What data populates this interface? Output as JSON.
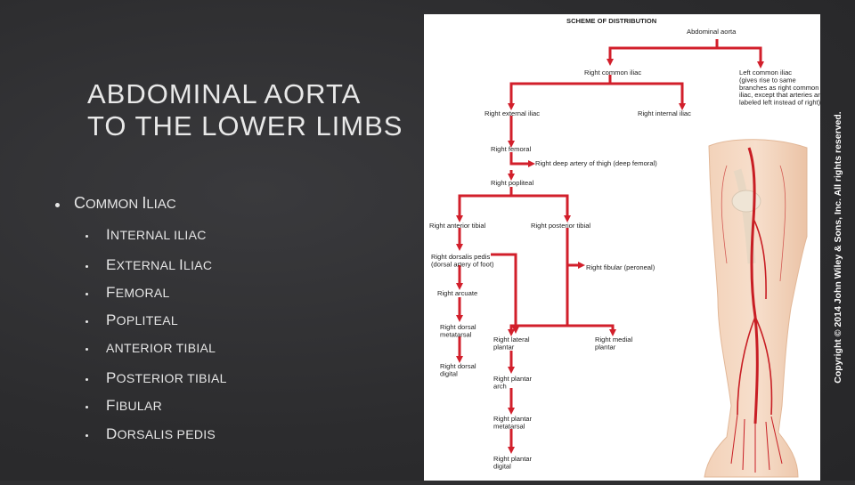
{
  "slide": {
    "title_line1": "ABDOMINAL AORTA",
    "title_line2": "TO THE LOWER LIMBS",
    "main_bullet": {
      "first": "C",
      "rest": "OMMON ",
      "first2": "I",
      "rest2": "LIAC"
    },
    "sub_bullets": [
      {
        "first": "I",
        "rest": "NTERNAL ILIAC"
      },
      {
        "first": "E",
        "rest": "XTERNAL ",
        "first2": "I",
        "rest2": "LIAC"
      },
      {
        "first": "F",
        "rest": "EMORAL"
      },
      {
        "first": "P",
        "rest": "OPLITEAL"
      },
      {
        "first": "",
        "rest": "ANTERIOR TIBIAL"
      },
      {
        "first": "P",
        "rest": "OSTERIOR TIBIAL"
      },
      {
        "first": "F",
        "rest": "IBULAR"
      },
      {
        "first": "D",
        "rest": "ORSALIS PEDIS"
      }
    ]
  },
  "diagram": {
    "heading": "SCHEME OF DISTRIBUTION",
    "arrow_color": "#d21f2b",
    "nodes": {
      "abdominal_aorta": "Abdominal aorta",
      "right_common_iliac": "Right common iliac",
      "left_common_iliac": [
        "Left common iliac",
        "(gives rise to same",
        "branches as right common",
        "iliac, except that arteries are",
        "labeled left instead of right)"
      ],
      "right_external_iliac": "Right external iliac",
      "right_internal_iliac": "Right internal iliac",
      "right_femoral": "Right femoral",
      "deep_artery": "Right deep artery of thigh (deep femoral)",
      "right_popliteal": "Right popliteal",
      "right_anterior_tibial": "Right anterior tibial",
      "right_posterior_tibial": "Right posterior tibial",
      "right_dorsalis_pedis": [
        "Right dorsalis pedis",
        "(dorsal artery of foot)"
      ],
      "right_fibular": "Right fibular (peroneal)",
      "right_arcuate": "Right arcuate",
      "right_dorsal_metatarsal": [
        "Right dorsal",
        "metatarsal"
      ],
      "right_lateral_plantar": [
        "Right lateral",
        "plantar"
      ],
      "right_medial_plantar": [
        "Right medial",
        "plantar"
      ],
      "right_dorsal_digital": [
        "Right dorsal",
        "digital"
      ],
      "right_plantar_arch": [
        "Right plantar",
        "arch"
      ],
      "right_plantar_metatarsal": [
        "Right plantar",
        "metatarsal"
      ],
      "right_plantar_digital": [
        "Right plantar",
        "digital"
      ]
    }
  },
  "copyright": "Copyright © 2014 John Wiley & Sons, Inc. All rights reserved."
}
